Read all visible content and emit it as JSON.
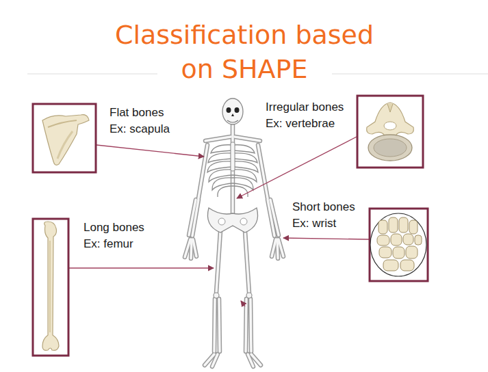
{
  "diagram": {
    "title": "Classification based on SHAPE",
    "labels": [
      "Flat bones",
      "Ex: scapula",
      "Irregular bones",
      "Ex: vertebrae",
      "Short bones",
      "Ex: wrist",
      "Long bones",
      "Ex: femur"
    ]
  }
}
